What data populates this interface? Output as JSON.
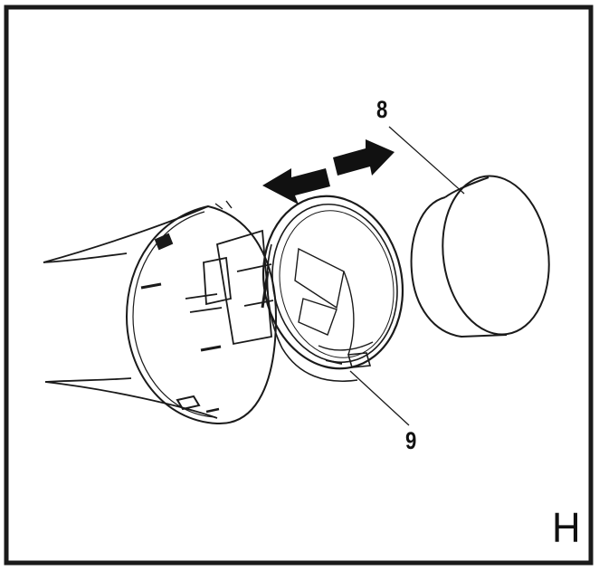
{
  "diagram": {
    "callouts": [
      {
        "id": "8",
        "text": "8",
        "part": "cap"
      },
      {
        "id": "9",
        "text": "9",
        "part": "retaining-ring"
      }
    ],
    "panel_letter": "H",
    "arrow_directions": [
      "left",
      "right"
    ]
  },
  "colors": {
    "line": "#1a1a1a",
    "background": "#ffffff",
    "arrow_fill": "#111111"
  }
}
